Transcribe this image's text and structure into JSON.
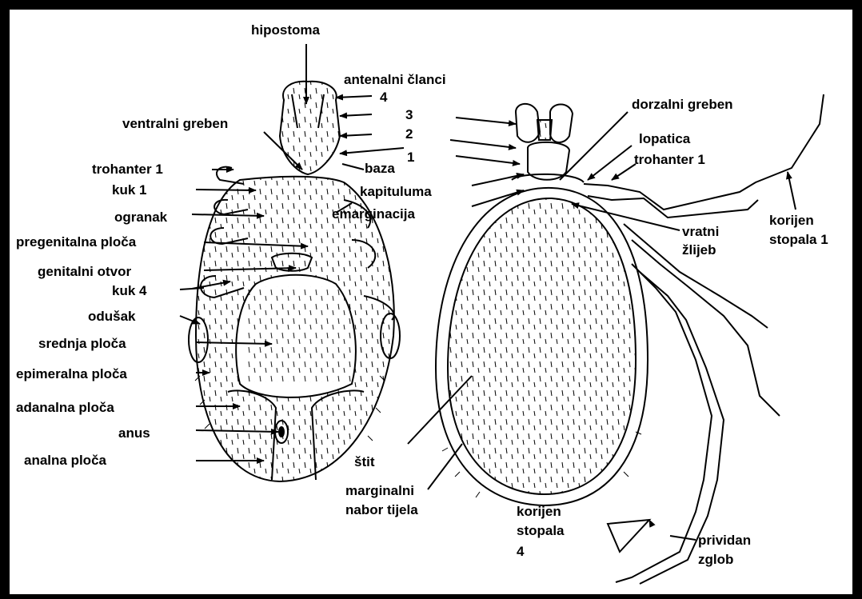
{
  "labels": {
    "hipostoma": "hipostoma",
    "antenalni_clanci": "antenalni članci",
    "seg4": "4",
    "seg3": "3",
    "seg2": "2",
    "seg1": "1",
    "ventralni_greben": "ventralni greben",
    "trohanter1_left": "trohanter 1",
    "kuk1": "kuk 1",
    "baza": "baza",
    "kapituluma": "kapituluma",
    "ogranak": "ogranak",
    "emarginacija": "emarginacija",
    "pregenitalna_ploca": "pregenitalna ploča",
    "genitalni_otvor": "genitalni otvor",
    "kuk4": "kuk 4",
    "odusak": "odušak",
    "srednja_ploca": "srednja ploča",
    "epimeralna_ploca": "epimeralna ploča",
    "adanalna_ploca": "adanalna ploča",
    "anus": "anus",
    "analna_ploca": "analna ploča",
    "stit": "štit",
    "marginalni_1": "marginalni",
    "marginalni_2": "nabor tijela",
    "dorzalni_greben": "dorzalni greben",
    "lopatica": "lopatica",
    "trohanter1_right": "trohanter 1",
    "korijen1_1": "korijen",
    "korijen1_2": "stopala 1",
    "vratni_1": "vratni",
    "vratni_2": "žlijeb",
    "korijen4_1": "korijen",
    "korijen4_2": "stopala",
    "korijen4_3": "4",
    "prividan_1": "prividan",
    "prividan_2": "zglob"
  }
}
